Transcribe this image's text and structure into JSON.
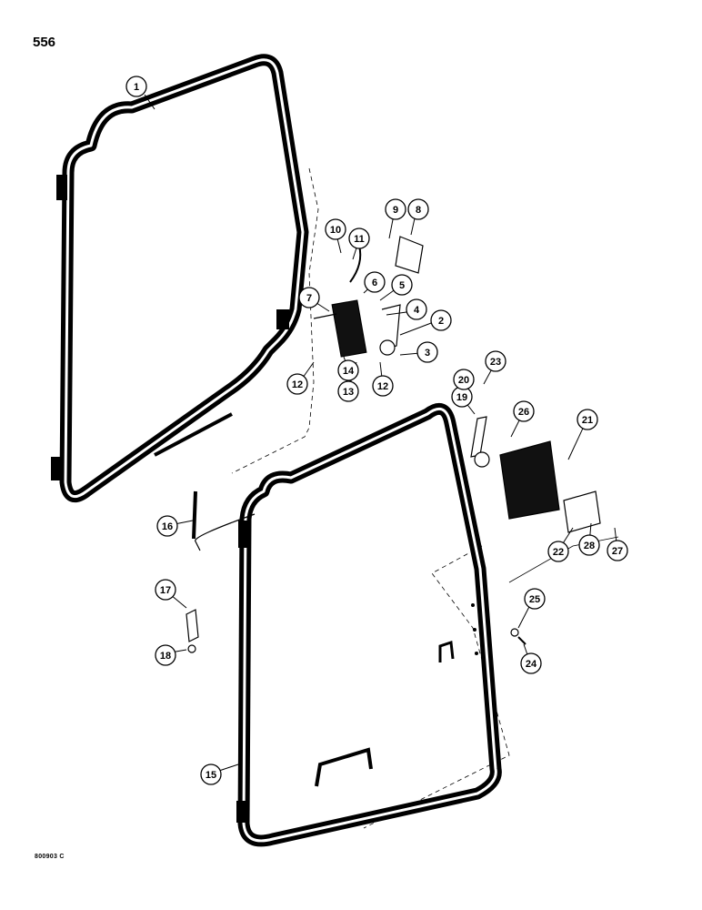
{
  "page_number": "556",
  "figure_code": "800903 C",
  "callouts": [
    {
      "label": "1"
    },
    {
      "label": "2"
    },
    {
      "label": "3"
    },
    {
      "label": "4"
    },
    {
      "label": "5"
    },
    {
      "label": "6"
    },
    {
      "label": "7"
    },
    {
      "label": "8"
    },
    {
      "label": "9"
    },
    {
      "label": "10"
    },
    {
      "label": "11"
    },
    {
      "label": "12"
    },
    {
      "label": "12"
    },
    {
      "label": "13"
    },
    {
      "label": "14"
    },
    {
      "label": "15"
    },
    {
      "label": "16"
    },
    {
      "label": "17"
    },
    {
      "label": "18"
    },
    {
      "label": "19"
    },
    {
      "label": "20"
    },
    {
      "label": "21"
    },
    {
      "label": "22"
    },
    {
      "label": "23"
    },
    {
      "label": "24"
    },
    {
      "label": "25"
    },
    {
      "label": "26"
    },
    {
      "label": "27"
    },
    {
      "label": "28"
    }
  ]
}
